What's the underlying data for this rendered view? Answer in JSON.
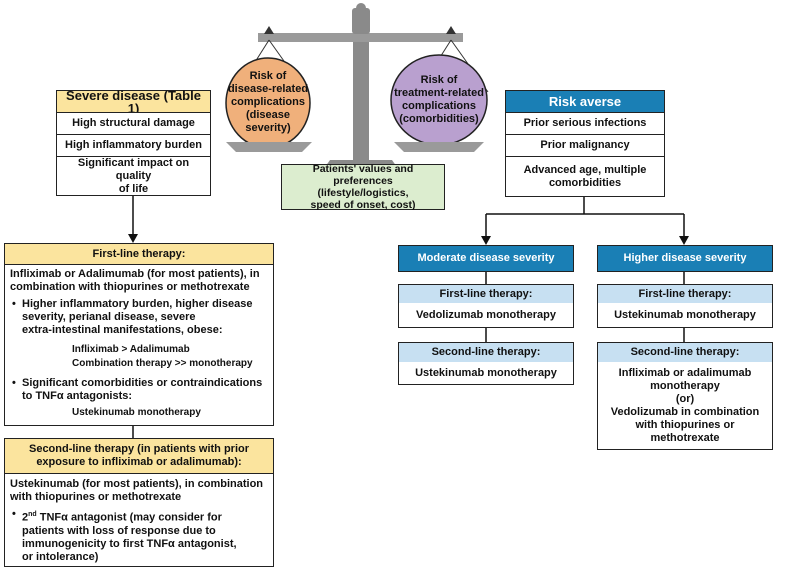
{
  "colors": {
    "yellow_header": "#fbe49e",
    "blue_header": "#1a7fb5",
    "light_blue_header": "#c7e0f2",
    "orange_circle": "#f0b07b",
    "purple_circle": "#b9a0cf",
    "green_box": "#dcedcf",
    "scale_grey": "#9a9a9a"
  },
  "scale": {
    "left_circle": "Risk of\ndisease-related\ncomplications\n(disease\nseverity)",
    "right_circle": "Risk of\ntreatment-related\ncomplications\n(comorbidities)",
    "center_box": "Patients' values and\npreferences (lifestyle/logistics,\nspeed of onset, cost)"
  },
  "severe": {
    "title": "Severe disease (Table 1)",
    "items": [
      "High structural damage",
      "High inflammatory burden",
      "Significant impact on quality\nof life"
    ]
  },
  "first_line": {
    "title": "First-line therapy:",
    "intro": "Infliximab or Adalimumab (for most patients), in\ncombination with thiopurines or methotrexate",
    "bullet1": "Higher inflammatory burden, higher disease\nseverity, perianal disease, severe\nextra-intestinal manifestations, obese:",
    "bullet1_sub1": "Infliximab > Adalimumab",
    "bullet1_sub2": "Combination therapy >> monotherapy",
    "bullet2": "Significant comorbidities or contraindications\nto TNFα antagonists:",
    "bullet2_sub": "Ustekinumab monotherapy"
  },
  "second_line": {
    "title": "Second-line therapy (in patients with prior\nexposure to infliximab or adalimumab):",
    "intro": "Ustekinumab (for most patients), in combination\nwith thiopurines or methotrexate",
    "bullet_sup": "nd",
    "bullet_num": "2",
    "bullet": " TNFα antagonist (may consider for\npatients with loss of response due to\nimmunogenicity to first TNFα antagonist,\nor intolerance)"
  },
  "risk_averse": {
    "title": "Risk averse",
    "items": [
      "Prior serious infections",
      "Prior malignancy",
      "Advanced age, multiple\ncomorbidities"
    ]
  },
  "moderate": {
    "title": "Moderate disease severity",
    "first_title": "First-line therapy:",
    "first_text": "Vedolizumab monotherapy",
    "second_title": "Second-line therapy:",
    "second_text": "Ustekinumab monotherapy"
  },
  "higher": {
    "title": "Higher disease severity",
    "first_title": "First-line therapy:",
    "first_text": "Ustekinumab monotherapy",
    "second_title": "Second-line therapy:",
    "second_text": "Infliximab or adalimumab\nmonotherapy\n(or)\nVedolizumab in combination\nwith thiopurines or\nmethotrexate"
  }
}
